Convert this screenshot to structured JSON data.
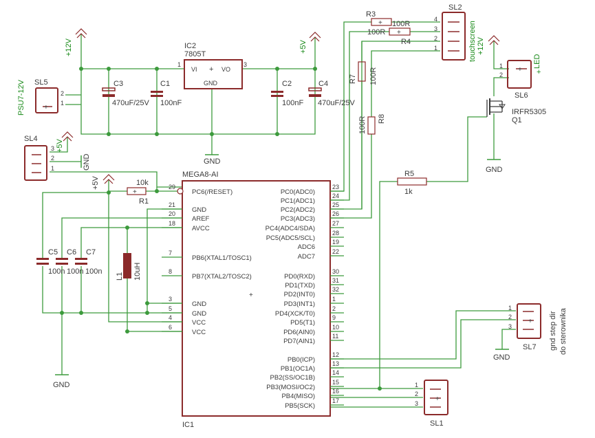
{
  "title": "",
  "ic2": {
    "name": "IC2",
    "part": "7805T",
    "vi": "VI",
    "vo": "VO",
    "gnd": "GND",
    "pin1": "1",
    "pin3": "3"
  },
  "ic1": {
    "name": "IC1",
    "part": "MEGA8-AI",
    "left_pins": [
      {
        "num": "29",
        "label": "PC6(/RESET)"
      },
      {
        "num": "21",
        "label": "GND"
      },
      {
        "num": "20",
        "label": "AREF"
      },
      {
        "num": "18",
        "label": "AVCC"
      },
      {
        "num": "7",
        "label": "PB6(XTAL1/TOSC1)"
      },
      {
        "num": "8",
        "label": "PB7(XTAL2/TOSC2)"
      },
      {
        "num": "3",
        "label": "GND"
      },
      {
        "num": "5",
        "label": "GND"
      },
      {
        "num": "4",
        "label": "VCC"
      },
      {
        "num": "6",
        "label": "VCC"
      }
    ],
    "right_pins": [
      {
        "num": "23",
        "label": "PC0(ADC0)"
      },
      {
        "num": "24",
        "label": "PC1(ADC1)"
      },
      {
        "num": "25",
        "label": "PC2(ADC2)"
      },
      {
        "num": "26",
        "label": "PC3(ADC3)"
      },
      {
        "num": "27",
        "label": "PC4(ADC4/SDA)"
      },
      {
        "num": "28",
        "label": "PC5(ADC5/SCL)"
      },
      {
        "num": "19",
        "label": "ADC6"
      },
      {
        "num": "22",
        "label": "ADC7"
      },
      {
        "num": "30",
        "label": "PD0(RXD)"
      },
      {
        "num": "31",
        "label": "PD1(TXD)"
      },
      {
        "num": "32",
        "label": "PD2(INT0)"
      },
      {
        "num": "1",
        "label": "PD3(INT1)"
      },
      {
        "num": "2",
        "label": "PD4(XCK/T0)"
      },
      {
        "num": "9",
        "label": "PD5(T1)"
      },
      {
        "num": "10",
        "label": "PD6(AIN0)"
      },
      {
        "num": "11",
        "label": "PD7(AIN1)"
      },
      {
        "num": "12",
        "label": "PB0(ICP)"
      },
      {
        "num": "13",
        "label": "PB1(OC1A)"
      },
      {
        "num": "14",
        "label": "PB2(SS/OC1B)"
      },
      {
        "num": "15",
        "label": "PB3(MOSI/OC2)"
      },
      {
        "num": "16",
        "label": "PB4(MISO)"
      },
      {
        "num": "17",
        "label": "PB5(SCK)"
      }
    ]
  },
  "caps": {
    "c3": {
      "name": "C3",
      "value": "470uF/25V"
    },
    "c1": {
      "name": "C1",
      "value": "100nF"
    },
    "c2": {
      "name": "C2",
      "value": "100nF"
    },
    "c4": {
      "name": "C4",
      "value": "470uF/25V"
    },
    "c5": {
      "name": "C5",
      "value": "100n"
    },
    "c6": {
      "name": "C6",
      "value": "100n"
    },
    "c7": {
      "name": "C7",
      "value": "100n"
    }
  },
  "resistors": {
    "r1": {
      "name": "R1",
      "value": "10k"
    },
    "r3": {
      "name": "R3",
      "value": "100R"
    },
    "r4": {
      "name": "R4",
      "value": "100R"
    },
    "r5": {
      "name": "R5",
      "value": "1k"
    },
    "r7": {
      "name": "R7",
      "value": "100R"
    },
    "r8": {
      "name": "R8",
      "value": "100R"
    }
  },
  "inductor": {
    "name": "L1",
    "value": "10uH"
  },
  "transistor": {
    "name": "Q1",
    "part": "IRFR5305"
  },
  "connectors": {
    "sl1": {
      "name": "SL1",
      "pins": [
        "1",
        "2",
        "3"
      ]
    },
    "sl2": {
      "name": "SL2",
      "label": "touchscreen",
      "pins": [
        "4",
        "3",
        "2",
        "1"
      ]
    },
    "sl4": {
      "name": "SL4",
      "pins": [
        "3",
        "2",
        "1"
      ]
    },
    "sl5": {
      "name": "SL5",
      "label": "PSU7-12V",
      "pins": [
        "2",
        "1"
      ]
    },
    "sl6": {
      "name": "SL6",
      "label": "LED",
      "pins": [
        "1",
        "2"
      ]
    },
    "sl7": {
      "name": "SL7",
      "label_line1": "gnd step dir",
      "label_line2": "do sterownika",
      "pins": [
        "1",
        "2",
        "3"
      ]
    }
  },
  "power": {
    "p12v": "+12V",
    "p5v": "+5V",
    "gnd": "GND",
    "plus": "+"
  },
  "colors": {
    "wire": "#3c9a3c",
    "part": "#8b2a2a",
    "text": "#3a3a3a",
    "label_green": "#1a8a1a"
  }
}
